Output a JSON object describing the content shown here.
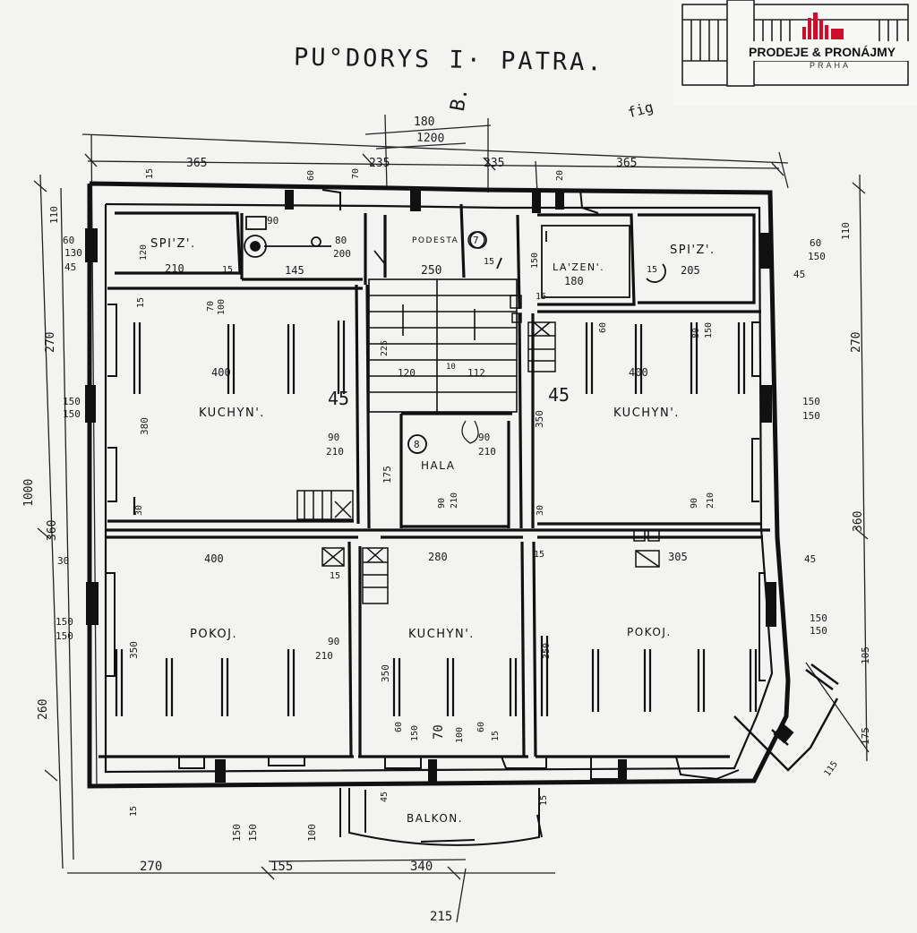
{
  "title": "PU°DORYS I· PATRA.",
  "section_mark": "B.",
  "corner_scribble": "fig",
  "logo": {
    "brand": "PRODEJE & PRONÁJMY",
    "city": "PRAHA",
    "accent_color": "#c8102e"
  },
  "rooms": {
    "spiz_left": "SPI'Z'.",
    "spiz_right": "SPI'Z'.",
    "podesta": "PODESTA",
    "lazen": "LA'ZEN'.",
    "kuchyn_left": "KUCHYN'.",
    "kuchyn_right": "KUCHYN'.",
    "kuchyn_bottom": "KUCHYN'.",
    "hala": "HALA",
    "pokoj_left": "POKOJ.",
    "pokoj_right": "POKOJ.",
    "balkon": "BALKON."
  },
  "markers": {
    "m7": "7",
    "m8": "8"
  },
  "dims": {
    "top_180": "180",
    "top_1200": "1200",
    "top_365_l": "365",
    "top_235_l": "235",
    "top_235_r": "235",
    "top_365_r": "365",
    "top_15": "15",
    "top_70": "70",
    "top_60": "60",
    "top_20": "20",
    "left_110": "110",
    "left_270": "270",
    "left_1000": "1000",
    "left_360": "360",
    "left_260": "260",
    "left_60_130": "60",
    "left_130": "130",
    "left_45": "45",
    "left_150a": "150",
    "left_150b": "150",
    "left_30": "30",
    "left_150c": "150",
    "left_150d": "150",
    "right_110": "110",
    "right_270": "270",
    "right_360": "360",
    "right_60": "60",
    "right_150": "150",
    "right_45": "45",
    "right_150a": "150",
    "right_150b": "150",
    "right_45b": "45",
    "right_150c": "150",
    "right_150d": "150",
    "right_105": "105",
    "right_175": "175",
    "right_115": "115",
    "spiz_120": "120",
    "spiz_210": "210",
    "spiz_15": "15",
    "wc_90": "90",
    "wc_80": "80",
    "wc_200": "200",
    "wc_145": "145",
    "stair_250": "250",
    "stair_15": "15",
    "lazen_150": "150",
    "lazen_180": "180",
    "lazen_15": "15",
    "spizr_15": "15",
    "spizr_205": "205",
    "kl_70": "70",
    "kl_100": "100",
    "kl_15": "15",
    "kl_400": "400",
    "kl_380": "380",
    "kl_45": "45",
    "stair_225": "225",
    "stair_120": "120",
    "stair_10": "10",
    "stair_112": "112",
    "kr_60": "60",
    "kr_150": "150",
    "kr_400": "400",
    "kr_80": "80",
    "kr_350": "350",
    "kr_45": "45",
    "door_90a": "90",
    "door_210a": "210",
    "door_90b": "90",
    "door_210b": "210",
    "hala_175": "175",
    "hala_90": "90",
    "hala_210": "210",
    "kr_90": "90",
    "kr_210": "210",
    "kl_30": "30",
    "kr_30": "30",
    "pl_400": "400",
    "pl_15": "15",
    "pl_350": "350",
    "pl_90": "90",
    "pl_210": "210",
    "kb_280": "280",
    "kb_350": "350",
    "kb_60a": "60",
    "kb_150": "150",
    "kb_100": "100",
    "kb_60b": "60",
    "kb_70": "70",
    "kb_15": "15",
    "pr_305": "305",
    "pr_350": "350",
    "pr_15": "15",
    "bot_15a": "15",
    "bot_150a": "150",
    "bot_150b": "150",
    "bot_45": "45",
    "bot_100": "100",
    "bot_15b": "15",
    "bot_270": "270",
    "bot_155": "155",
    "bot_340": "340",
    "bot_215": "215"
  }
}
